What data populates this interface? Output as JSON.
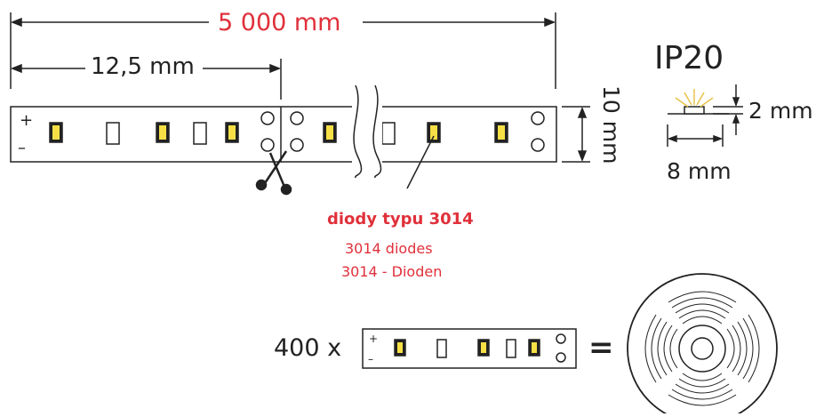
{
  "dimensions": {
    "total_length": "5 000 mm",
    "segment_length": "12,5 mm",
    "strip_height": "10 mm",
    "ip_rating": "IP20",
    "led_height": "2 mm",
    "led_width": "8 mm"
  },
  "polarity": {
    "plus": "+",
    "minus": "–"
  },
  "diode": {
    "label_pl": "diody typu 3014",
    "label_en": "3014 diodes",
    "label_de": "3014 - Dioden"
  },
  "reel": {
    "multiplier": "400 x",
    "equals": "="
  },
  "colors": {
    "accent_red": "#e0303a",
    "led_yellow": "#f7e046",
    "line": "#222222"
  }
}
